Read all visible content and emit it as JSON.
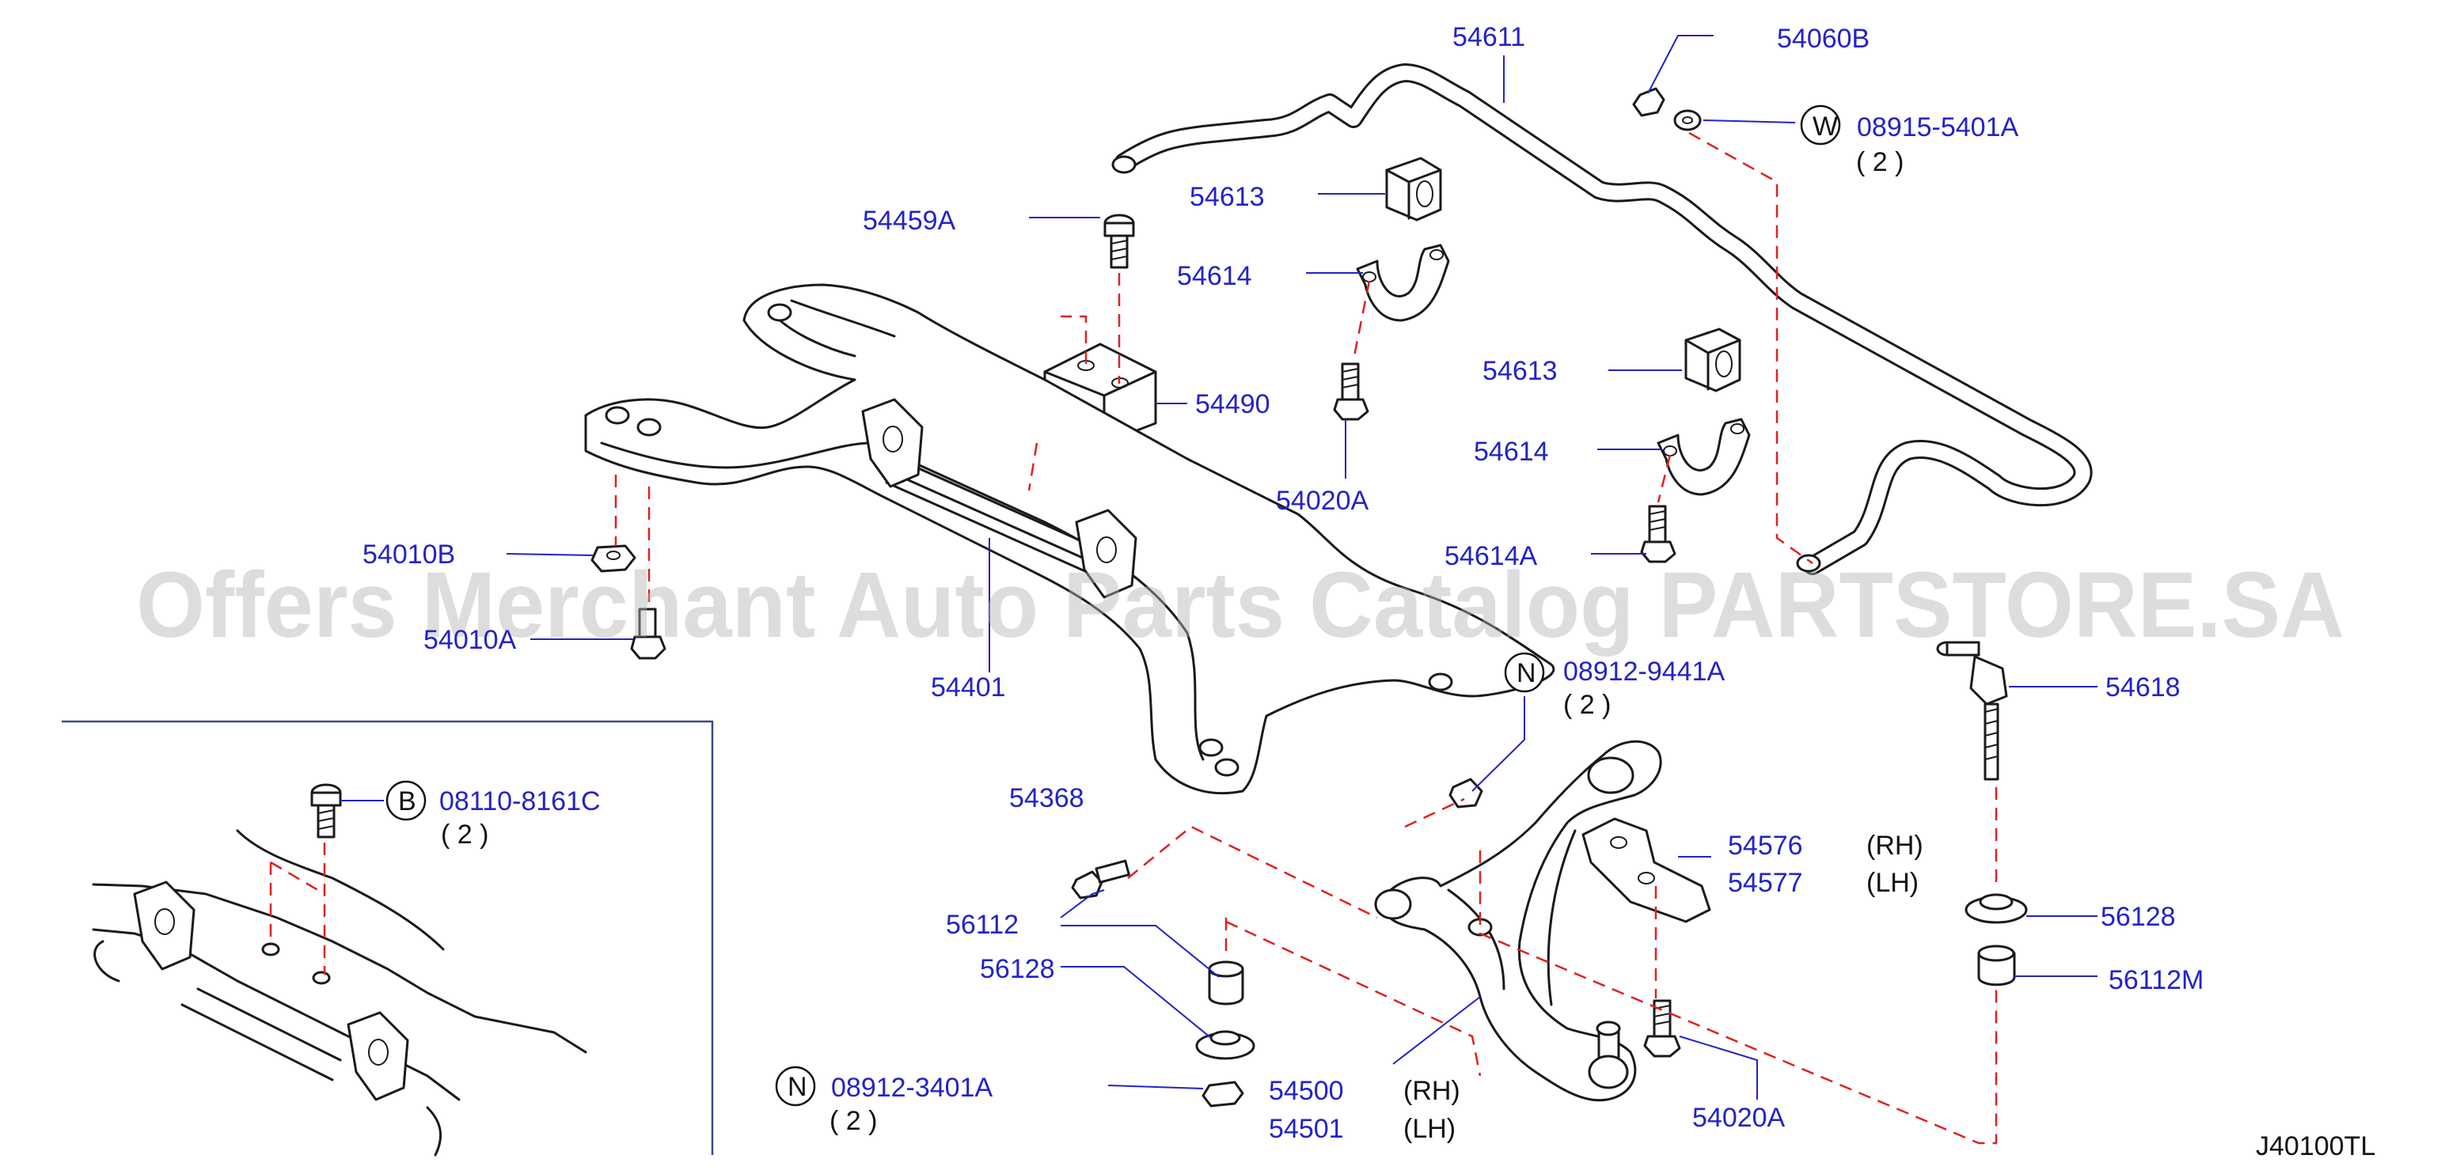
{
  "diagram": {
    "code": "J40100TL",
    "watermark": "Offers Merchant Auto Parts Catalog PARTSTORE.SA",
    "colors": {
      "label": "#2323c8",
      "dash": "#e02020",
      "line": "#1a1a1a"
    },
    "labels": {
      "p54611": "54611",
      "p54060B": "54060B",
      "p08915_5401A": "08915-5401A",
      "q_08915": "( 2 )",
      "sym_w": "W",
      "p54613a": "54613",
      "p54459A": "54459A",
      "p54614a": "54614",
      "p54490": "54490",
      "p54613b": "54613",
      "p54020Aa": "54020A",
      "p54614b": "54614",
      "p54614A": "54614A",
      "p54010B": "54010B",
      "p54010A": "54010A",
      "p54401": "54401",
      "p08912_9441A": "08912-9441A",
      "q_08912_9441A": "( 2 )",
      "sym_n1": "N",
      "p54618": "54618",
      "p08110_8161C": "08110-8161C",
      "q_08110": "( 2 )",
      "sym_b": "B",
      "p54368": "54368",
      "p54576": "54576",
      "p54577": "54577",
      "rh1": "(RH)",
      "lh1": "(LH)",
      "p56112": "56112",
      "p56128a": "56128",
      "p56128b": "56128",
      "p56112M": "56112M",
      "p08912_3401A": "08912-3401A",
      "q_08912_3401A": "( 2 )",
      "sym_n2": "N",
      "p54500": "54500",
      "p54501": "54501",
      "rh2": "(RH)",
      "lh2": "(LH)",
      "p54020Ab": "54020A"
    }
  }
}
